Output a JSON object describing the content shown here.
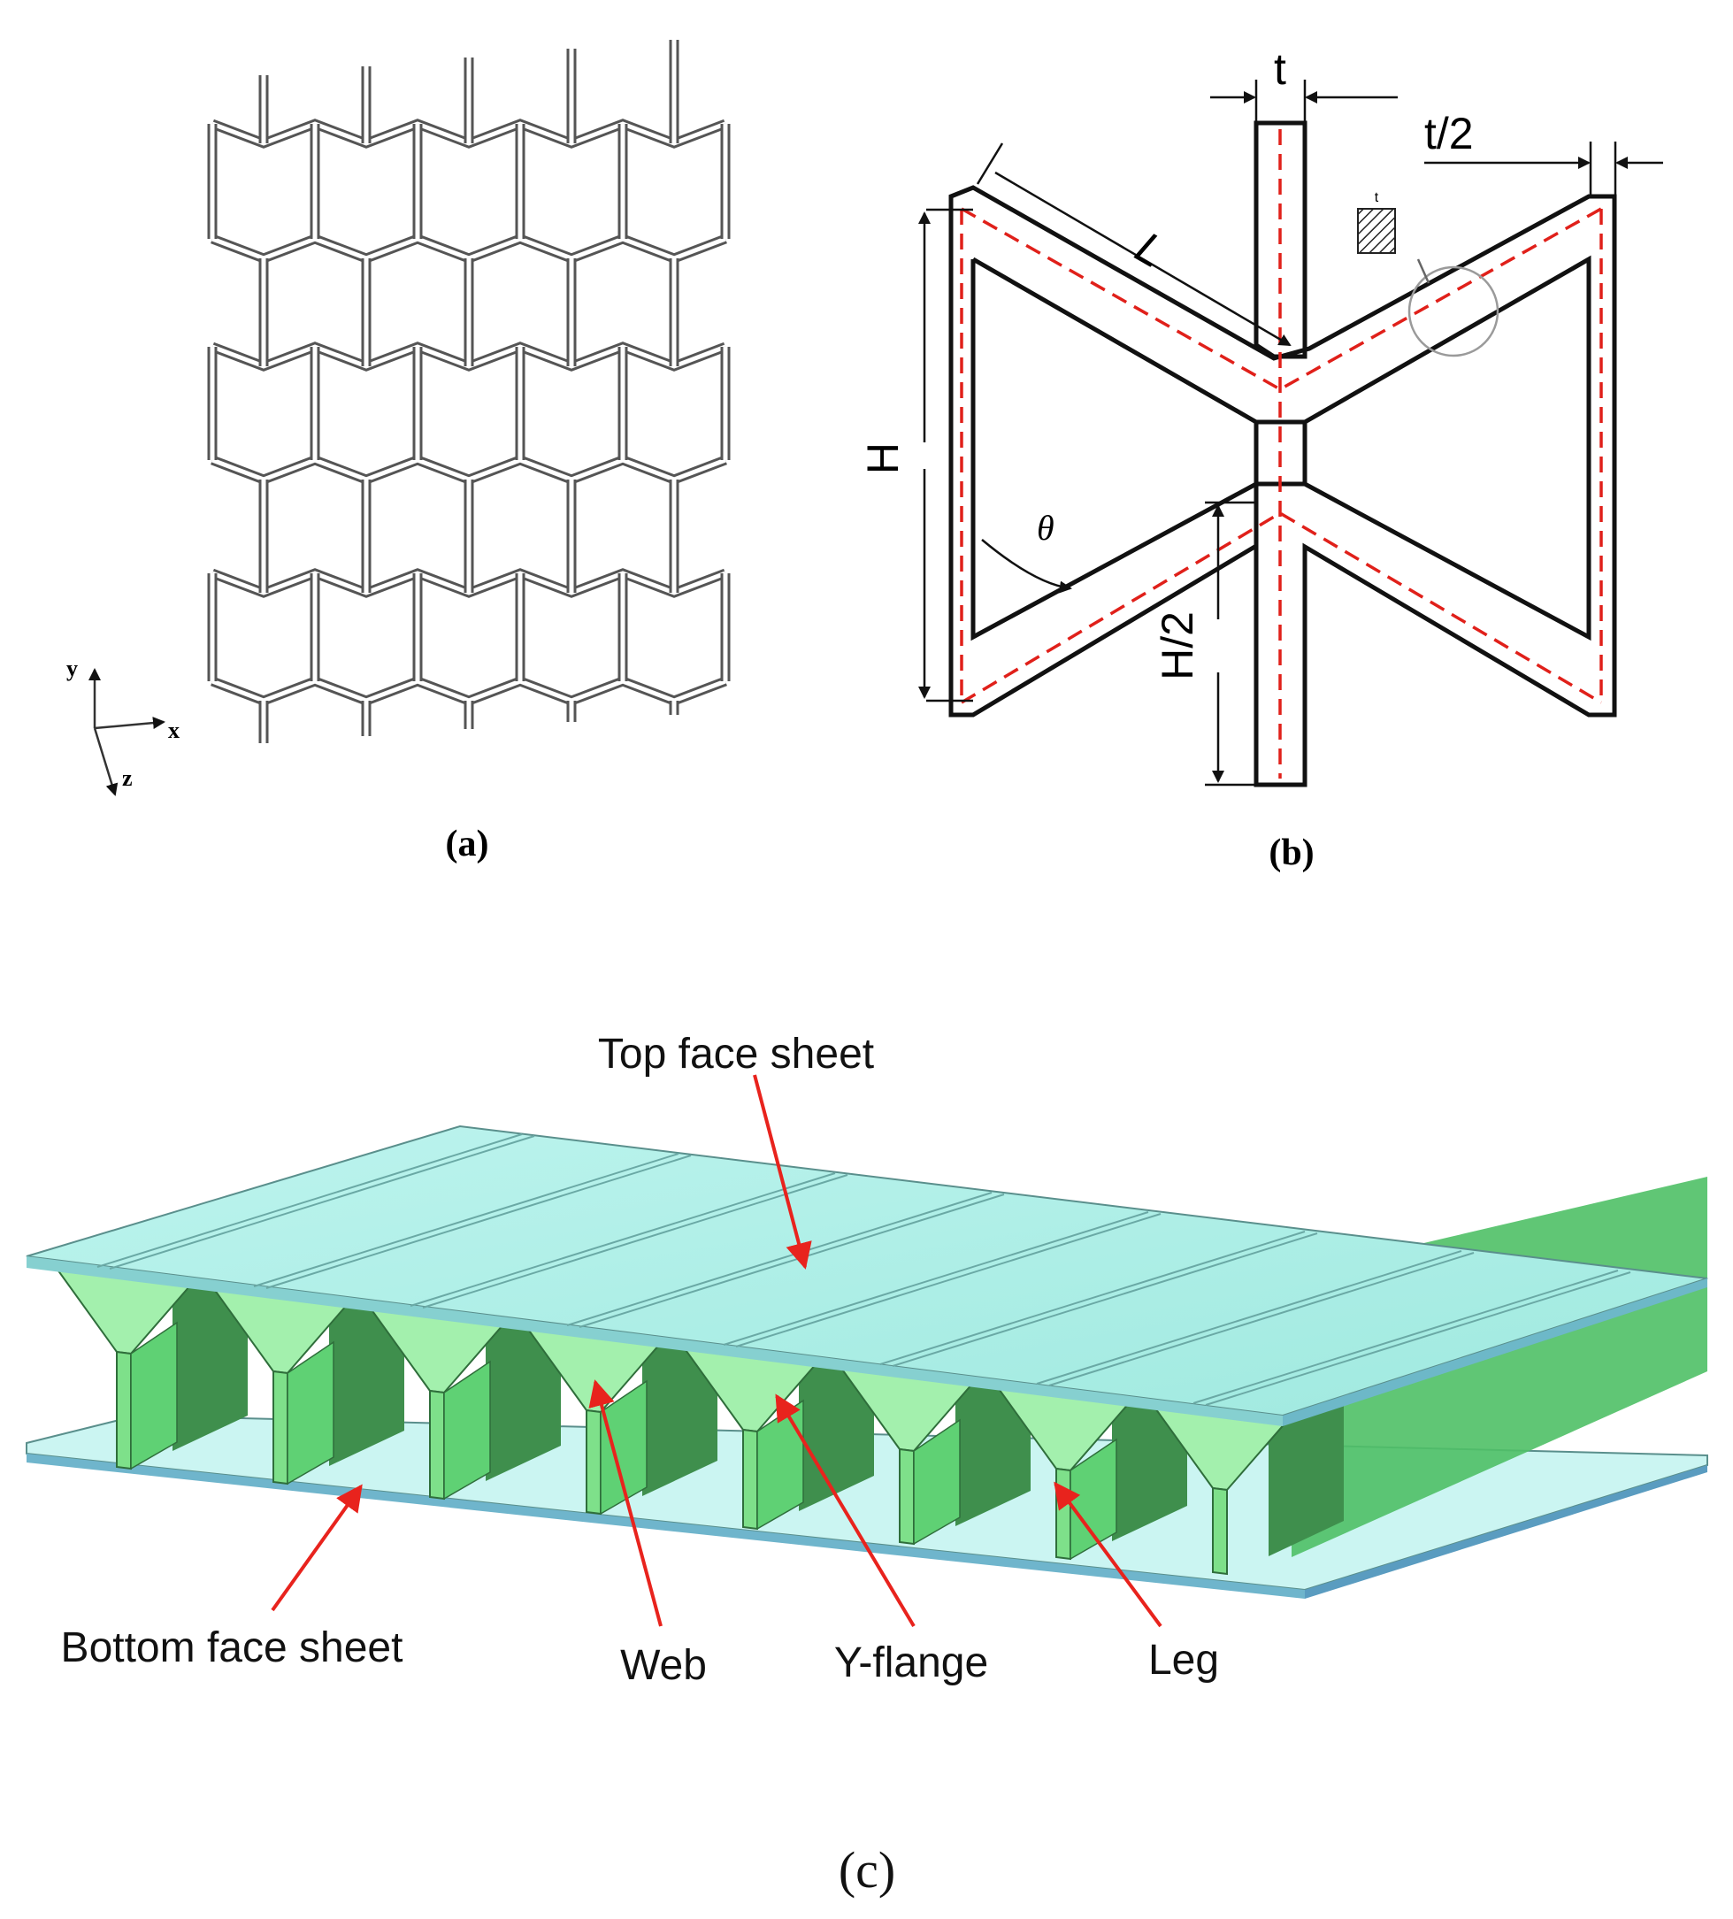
{
  "panel_a": {
    "caption": "(a)",
    "axes": {
      "y": "y",
      "x": "x",
      "z": "z"
    }
  },
  "panel_b": {
    "caption": "(b)",
    "dims": {
      "t": "t",
      "t_half": "t/2",
      "L": "L",
      "H": "H",
      "H_half": "H/2",
      "theta": "θ"
    },
    "inset_t": "t",
    "colors": {
      "centerline": "#e0201a",
      "outline": "#111111"
    }
  },
  "panel_c": {
    "caption": "(c)",
    "labels": {
      "top": "Top face sheet",
      "bottom": "Bottom face sheet",
      "web": "Web",
      "yflange": "Y-flange",
      "leg": "Leg"
    },
    "colors": {
      "top_sheet": "#aef2e9",
      "web": "#7ee08a",
      "web_dark": "#3f8f4d",
      "bottom_sheet": "#c8f4f1",
      "arrow": "#e8231d"
    }
  }
}
